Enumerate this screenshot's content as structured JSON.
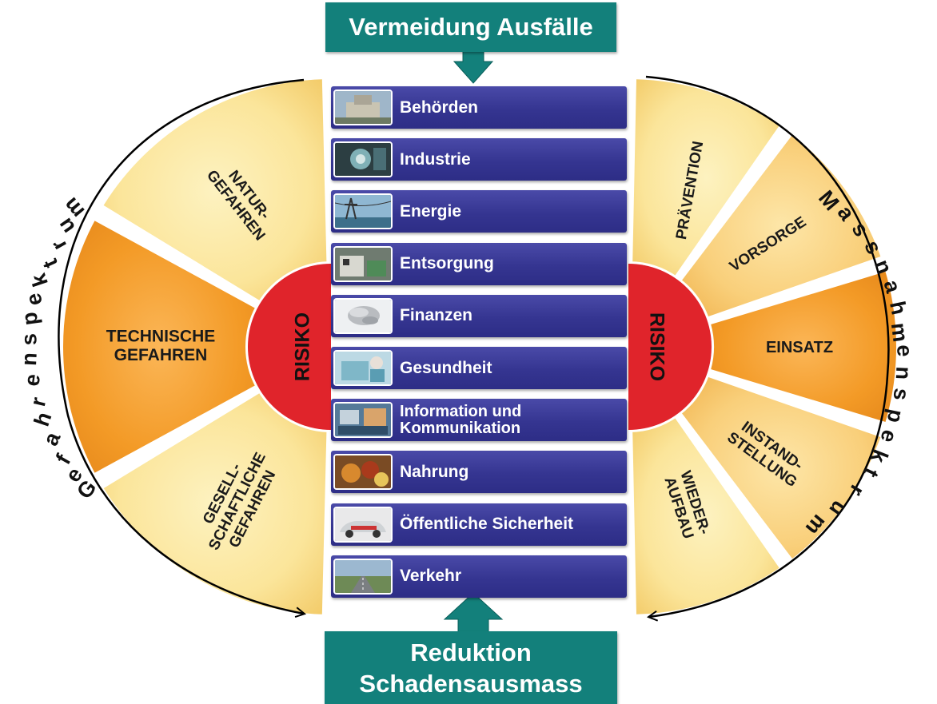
{
  "top_box": {
    "label": "Vermeidung Ausfälle"
  },
  "bottom_box": {
    "line1": "Reduktion",
    "line2": "Schadensausmass"
  },
  "left_arc_label": "Gefahrenspektrum",
  "right_arc_label": "Massnahmenspektrum",
  "risk_label": "RISIKO",
  "hazards": [
    {
      "lines": [
        "NATUR-",
        "GEFAHREN"
      ]
    },
    {
      "lines": [
        "TECHNISCHE",
        "GEFAHREN"
      ]
    },
    {
      "lines": [
        "GESELL-",
        "SCHAFTLICHE",
        "GEFAHREN"
      ]
    }
  ],
  "measures": [
    {
      "lines": [
        "PRÄVENTION"
      ]
    },
    {
      "lines": [
        "VORSORGE"
      ]
    },
    {
      "lines": [
        "EINSATZ"
      ]
    },
    {
      "lines": [
        "INSTAND-",
        "STELLUNG"
      ]
    },
    {
      "lines": [
        "WIEDER-",
        "AUFBAU"
      ]
    }
  ],
  "sectors": [
    {
      "label": "Behörden",
      "icon": "government-building-icon"
    },
    {
      "label": "Industrie",
      "icon": "industry-machine-icon"
    },
    {
      "label": "Energie",
      "icon": "power-line-icon"
    },
    {
      "label": "Entsorgung",
      "icon": "waste-plant-icon"
    },
    {
      "label": "Finanzen",
      "icon": "coins-icon"
    },
    {
      "label": "Gesundheit",
      "icon": "hospital-icon"
    },
    {
      "label": "Information und\nKommunikation",
      "icon": "communication-icon"
    },
    {
      "label": "Nahrung",
      "icon": "food-icon"
    },
    {
      "label": "Öffentliche Sicherheit",
      "icon": "police-car-icon"
    },
    {
      "label": "Verkehr",
      "icon": "highway-icon"
    }
  ],
  "colors": {
    "teal": "#13807b",
    "sector_blue": "#353591",
    "risk_red": "#e0242b",
    "hazard_light": "#fbe9a0",
    "hazard_dark": "#f39a26"
  }
}
